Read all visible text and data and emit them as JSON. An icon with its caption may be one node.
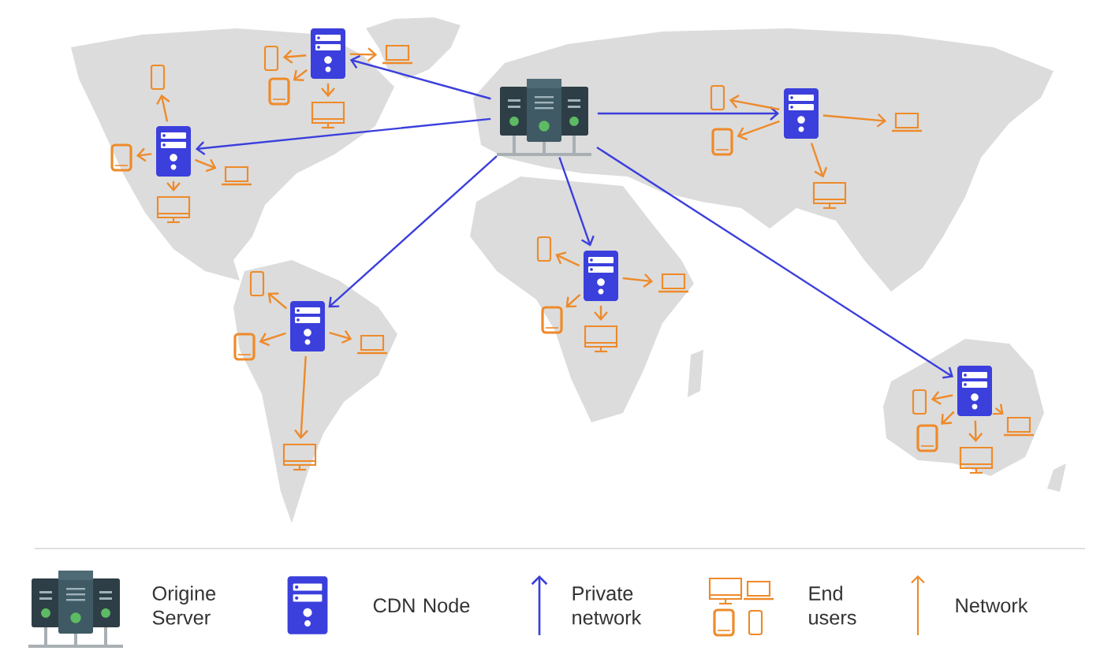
{
  "diagram": {
    "nodes": [
      {
        "text": [],
        "shape": "rack"
      },
      {
        "text": [],
        "shape": "server"
      },
      {
        "text": [],
        "shape": "server"
      },
      {
        "text": [],
        "shape": "server"
      },
      {
        "text": [],
        "shape": "server"
      },
      {
        "text": [],
        "shape": "server"
      },
      {
        "text": [],
        "shape": "server"
      },
      {
        "text": [],
        "shape": "phone"
      },
      {
        "text": [],
        "shape": "tablet"
      },
      {
        "text": [],
        "shape": "monitor"
      },
      {
        "text": [],
        "shape": "laptop"
      },
      {
        "text": [],
        "shape": "phone"
      },
      {
        "text": [],
        "shape": "tablet"
      },
      {
        "text": [],
        "shape": "monitor"
      },
      {
        "text": [],
        "shape": "laptop"
      },
      {
        "text": [],
        "shape": "phone"
      },
      {
        "text": [],
        "shape": "tablet"
      },
      {
        "text": [],
        "shape": "monitor"
      },
      {
        "text": [],
        "shape": "laptop"
      },
      {
        "text": [],
        "shape": "phone"
      },
      {
        "text": [],
        "shape": "tablet"
      },
      {
        "text": [],
        "shape": "monitor"
      },
      {
        "text": [],
        "shape": "laptop"
      },
      {
        "text": [],
        "shape": "phone"
      },
      {
        "text": [],
        "shape": "tablet"
      },
      {
        "text": [],
        "shape": "monitor"
      },
      {
        "text": [],
        "shape": "laptop"
      },
      {
        "text": [],
        "shape": "phone"
      },
      {
        "text": [],
        "shape": "tablet"
      },
      {
        "text": [],
        "shape": "monitor"
      },
      {
        "text": [],
        "shape": "laptop"
      }
    ],
    "edges": [
      {
        "from": 0,
        "to": 1,
        "arrow": "to",
        "color": "#3b3fdc"
      },
      {
        "from": 0,
        "to": 2,
        "arrow": "to",
        "color": "#3b3fdc"
      },
      {
        "from": 0,
        "to": 3,
        "arrow": "to",
        "color": "#3b3fdc"
      },
      {
        "from": 0,
        "to": 4,
        "arrow": "to",
        "color": "#3b3fdc"
      },
      {
        "from": 0,
        "to": 5,
        "arrow": "to",
        "color": "#3b3fdc"
      },
      {
        "from": 0,
        "to": 6,
        "arrow": "to",
        "color": "#3b3fdc"
      },
      {
        "from": 1,
        "to": 7,
        "arrow": "to"
      },
      {
        "from": 1,
        "to": 8,
        "arrow": "to"
      },
      {
        "from": 1,
        "to": 9,
        "arrow": "to"
      },
      {
        "from": 1,
        "to": 10,
        "arrow": "to"
      },
      {
        "from": 2,
        "to": 11,
        "arrow": "to"
      },
      {
        "from": 2,
        "to": 12,
        "arrow": "to"
      },
      {
        "from": 2,
        "to": 13,
        "arrow": "to"
      },
      {
        "from": 2,
        "to": 14,
        "arrow": "to"
      },
      {
        "from": 3,
        "to": 15,
        "arrow": "to"
      },
      {
        "from": 3,
        "to": 16,
        "arrow": "to"
      },
      {
        "from": 3,
        "to": 17,
        "arrow": "to"
      },
      {
        "from": 3,
        "to": 18,
        "arrow": "to"
      },
      {
        "from": 4,
        "to": 19,
        "arrow": "to"
      },
      {
        "from": 4,
        "to": 20,
        "arrow": "to"
      },
      {
        "from": 4,
        "to": 21,
        "arrow": "to"
      },
      {
        "from": 4,
        "to": 22,
        "arrow": "to"
      },
      {
        "from": 5,
        "to": 23,
        "arrow": "to"
      },
      {
        "from": 5,
        "to": 24,
        "arrow": "to"
      },
      {
        "from": 5,
        "to": 25,
        "arrow": "to"
      },
      {
        "from": 5,
        "to": 26,
        "arrow": "to"
      },
      {
        "from": 6,
        "to": 27,
        "arrow": "to"
      },
      {
        "from": 6,
        "to": 28,
        "arrow": "to"
      },
      {
        "from": 6,
        "to": 29,
        "arrow": "to"
      },
      {
        "from": 6,
        "to": 30,
        "arrow": "to"
      }
    ],
    "legend": [
      {
        "text": "Origine Server"
      },
      {
        "text": "CDN Node"
      },
      {
        "text": "Private network"
      },
      {
        "text": "End users"
      },
      {
        "text": "Network"
      }
    ]
  }
}
